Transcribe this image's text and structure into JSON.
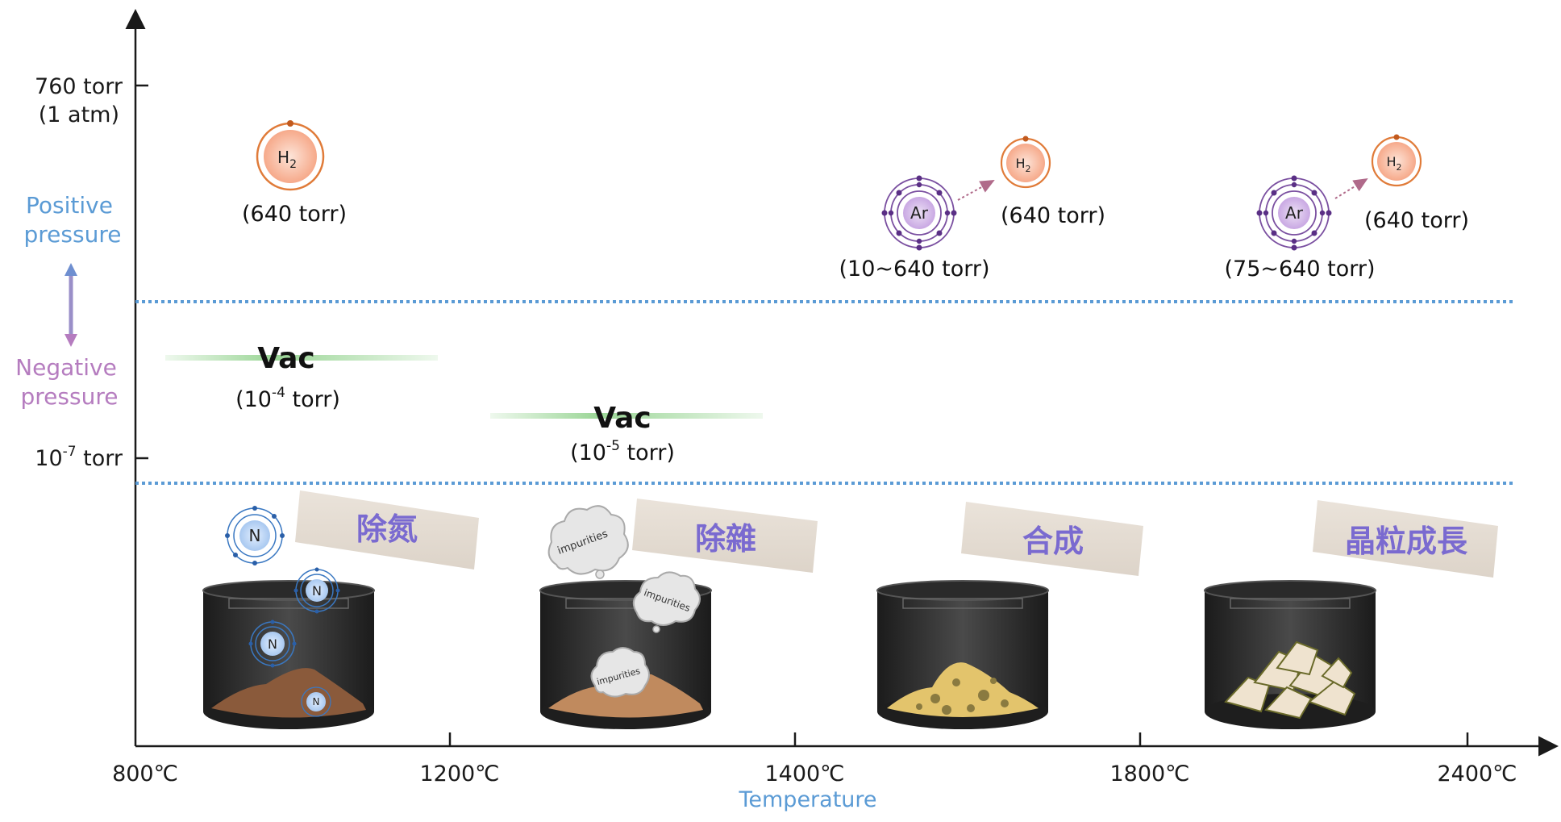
{
  "y_axis": {
    "tick_760": "760 torr",
    "tick_760_sub": "(1 atm)",
    "tick_low_base": "10",
    "tick_low_exp": "-7",
    "tick_low_unit": " torr",
    "positive_line1": "Positive",
    "positive_line2": "pressure",
    "negative_line1": "Negative",
    "negative_line2": "pressure"
  },
  "x_axis": {
    "title": "Temperature",
    "ticks": [
      "800℃",
      "1200℃",
      "1400℃",
      "1800℃",
      "2400℃"
    ]
  },
  "stages": [
    {
      "label": "除氮"
    },
    {
      "label": "除雜"
    },
    {
      "label": "合成"
    },
    {
      "label": "晶粒成長"
    }
  ],
  "vac": [
    {
      "label": "Vac",
      "base": "(10",
      "exp": "-4",
      "unit": " torr)"
    },
    {
      "label": "Vac",
      "base": "(10",
      "exp": "-5",
      "unit": " torr)"
    }
  ],
  "gases": {
    "h2_symbol": "H",
    "h2_sub": "2",
    "ar_symbol": "Ar",
    "n_symbol": "N",
    "impurities": "impurities",
    "h2_stage1_pressure": "(640 torr)",
    "ar_stage3_pressure": "(10~640 torr)",
    "h2_stage3_pressure": "(640 torr)",
    "ar_stage4_pressure": "(75~640 torr)",
    "h2_stage4_pressure": "(640 torr)"
  },
  "colors": {
    "positive": "#5b9bd5",
    "negative": "#b57cbf",
    "stage_text": "#7a6ad0",
    "h2_ring": "#e07b39",
    "ar_ring": "#7a4fa0",
    "n_ring": "#3a78c2",
    "dotted_line": "#5b9bd5",
    "vac_line": "#8fd18a"
  }
}
